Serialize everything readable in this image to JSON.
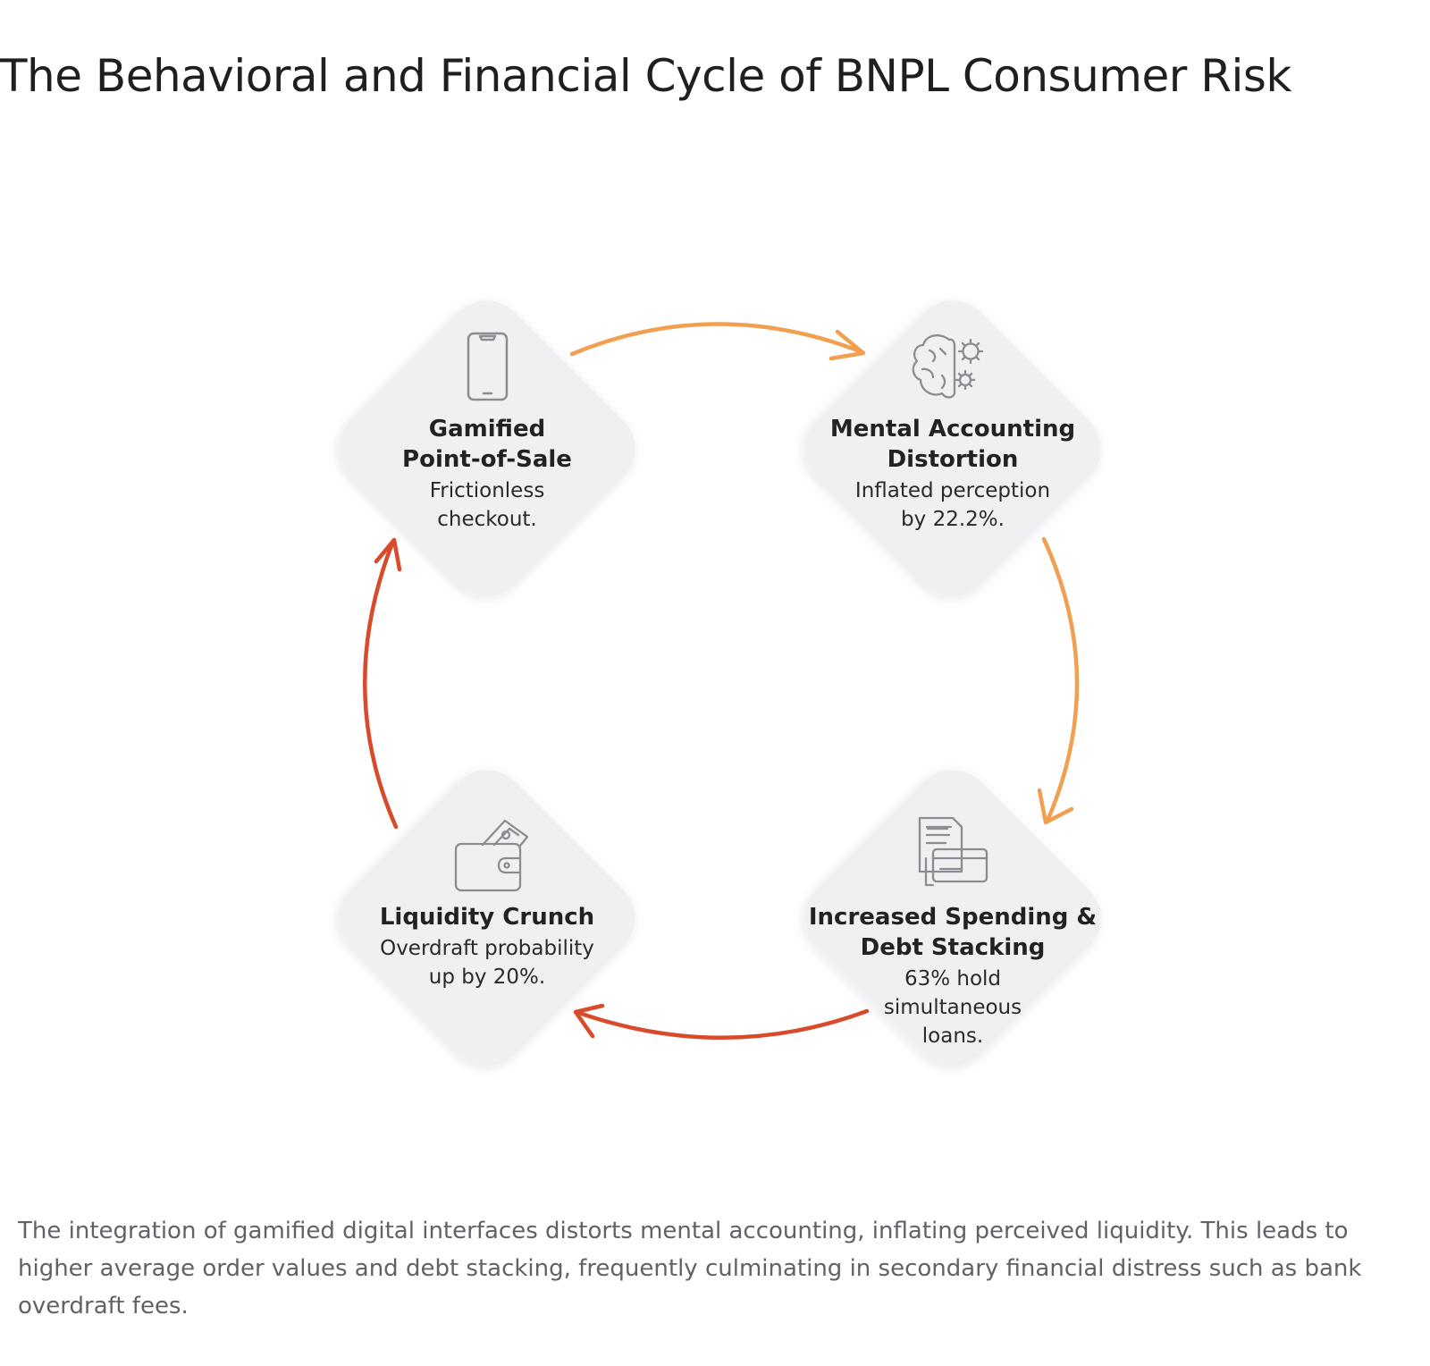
{
  "title": "The Behavioral and Financial Cycle of BNPL Consumer Risk",
  "nodes": [
    {
      "id": "pos",
      "title": "Gamified\nPoint-of-Sale",
      "description": "Frictionless\ncheckout.",
      "icon": "smartphone-icon"
    },
    {
      "id": "mental",
      "title": "Mental Accounting\nDistortion",
      "description": "Inflated perception\nby 22.2%.",
      "icon": "brain-gears-icon"
    },
    {
      "id": "spending",
      "title": "Increased Spending &\nDebt Stacking",
      "description": "63% hold\nsimultaneous\nloans.",
      "icon": "documents-cards-icon"
    },
    {
      "id": "liquidity",
      "title": "Liquidity Crunch",
      "description": "Overdraft probability\nup by 20%.",
      "icon": "wallet-cash-icon"
    }
  ],
  "flow": [
    {
      "from": "pos",
      "to": "mental",
      "color": "#f0a050"
    },
    {
      "from": "mental",
      "to": "spending",
      "color": "#f0a050"
    },
    {
      "from": "spending",
      "to": "liquidity",
      "color": "#d94a2b"
    },
    {
      "from": "liquidity",
      "to": "pos",
      "color": "#d94a2b"
    }
  ],
  "colors": {
    "card_fill": "#eef0f2",
    "icon_stroke": "#8a8d92",
    "arrow_orange": "#f0a050",
    "arrow_red": "#d94a2b"
  },
  "caption": "The integration of gamified digital interfaces distorts mental accounting, inflating perceived liquidity. This leads to higher average order values and debt stacking, frequently culminating in secondary financial distress such as bank overdraft fees."
}
